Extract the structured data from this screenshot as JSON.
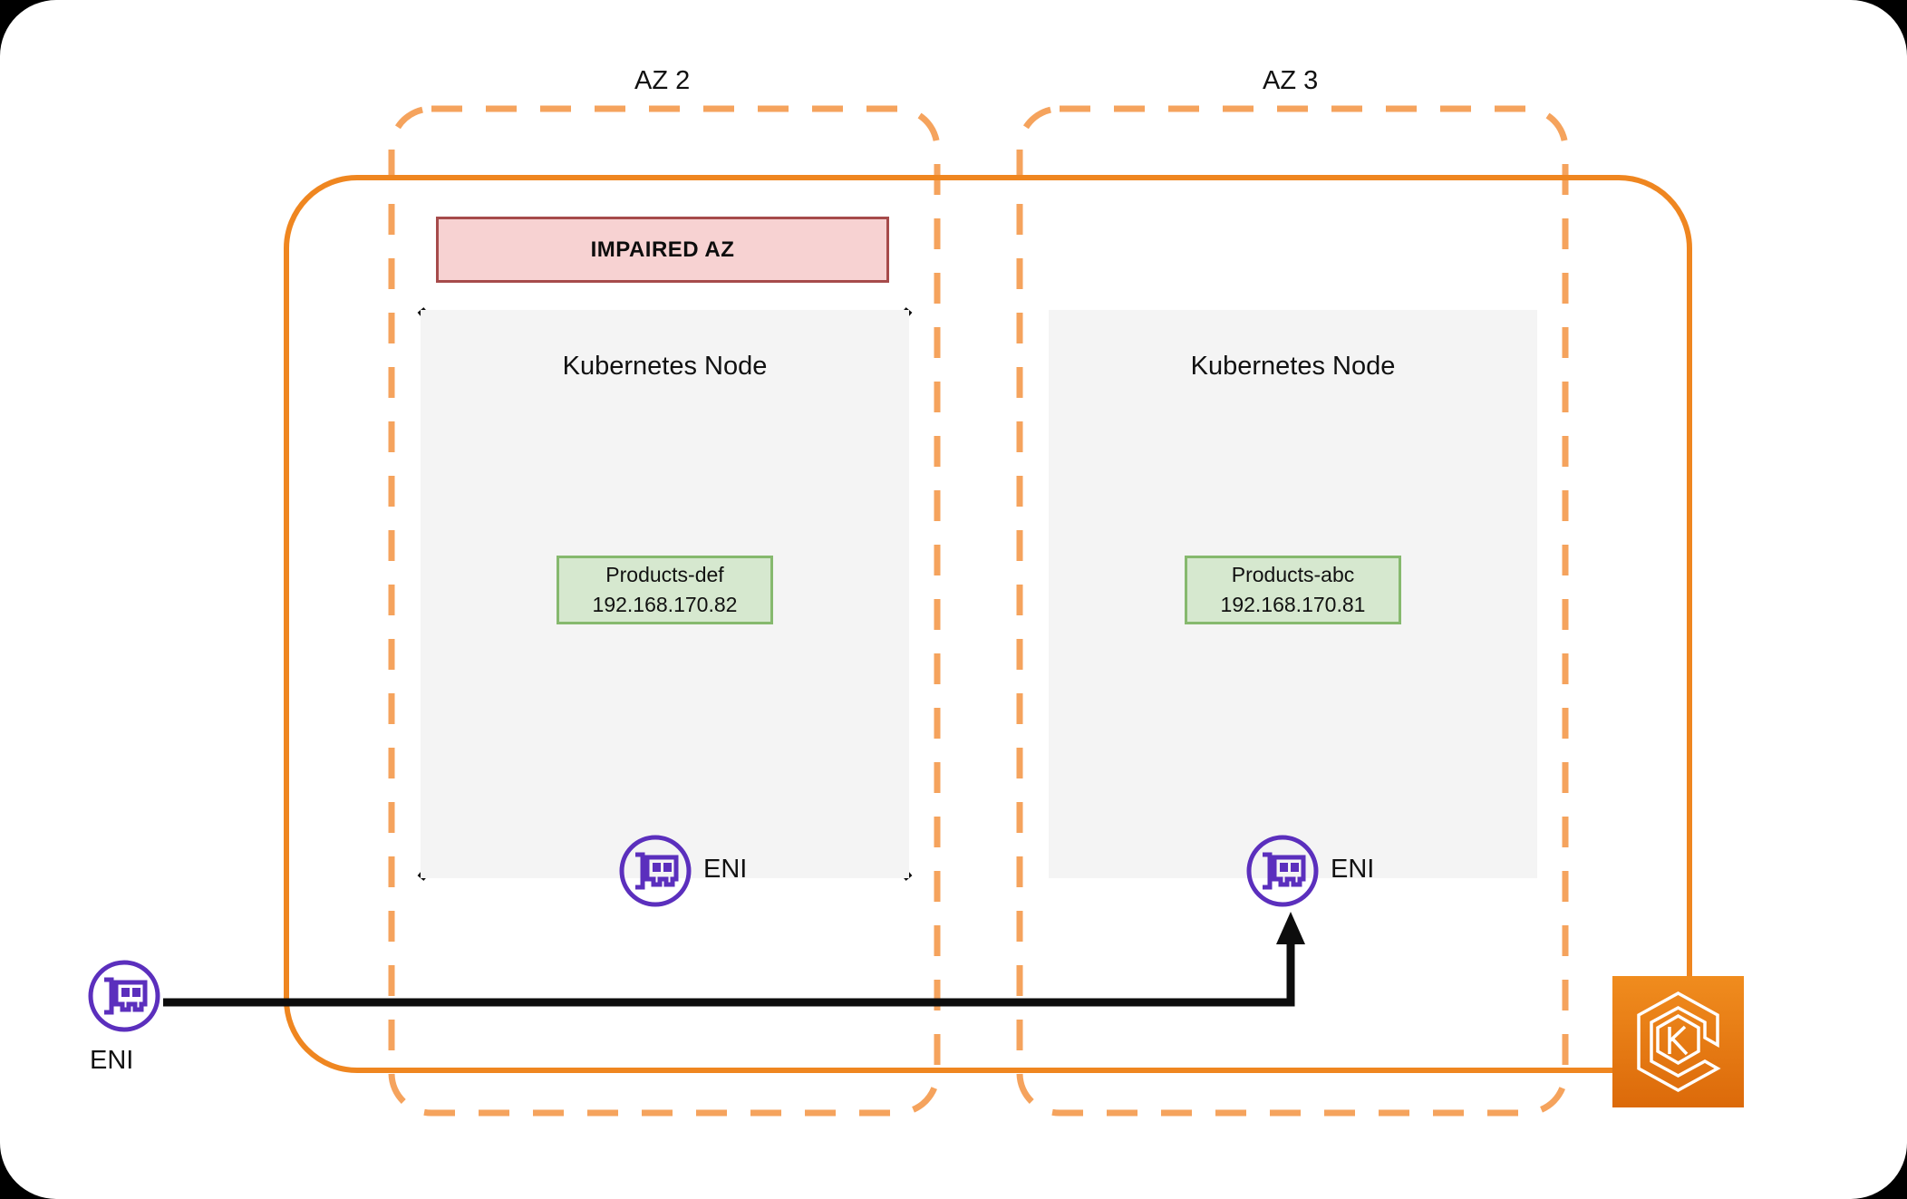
{
  "diagram": {
    "title": "EKS multi-AZ pod failover diagram",
    "outer_frame": {
      "name": "diagram-frame"
    }
  },
  "zones": [
    {
      "id": "az2",
      "label": "AZ 2",
      "impaired": true
    },
    {
      "id": "az3",
      "label": "AZ 3",
      "impaired": false
    }
  ],
  "banner": {
    "impaired_label": "IMPAIRED AZ"
  },
  "nodes": [
    {
      "id": "node-az2",
      "title": "Kubernetes Node",
      "failed": true,
      "pod": {
        "name": "Products-def",
        "ip": "192.168.170.82"
      },
      "eni_label": "ENI"
    },
    {
      "id": "node-az3",
      "title": "Kubernetes Node",
      "failed": false,
      "pod": {
        "name": "Products-abc",
        "ip": "192.168.170.81"
      },
      "eni_label": "ENI"
    }
  ],
  "external": {
    "eni_label": "ENI",
    "eks_logo_letter": "K"
  },
  "icons": {
    "eni": "eni-network-card-icon",
    "eks": "eks-hexagon-icon",
    "cross": "node-failure-cross-icon"
  },
  "colors": {
    "accent_orange": "#ef8620",
    "dashed_orange": "#f5a35d",
    "impaired_fill": "#f7d2d2",
    "impaired_border": "#a64b4b",
    "pod_fill": "#d6e8cf",
    "pod_border": "#86b96e",
    "node_fill": "#f4f4f4",
    "eni_purple": "#5b2fbd",
    "eks_orange_top": "#f08c1e",
    "eks_orange_bottom": "#dc6a0a",
    "line_black": "#0d0d0d",
    "frame_bg": "#ffffff"
  }
}
